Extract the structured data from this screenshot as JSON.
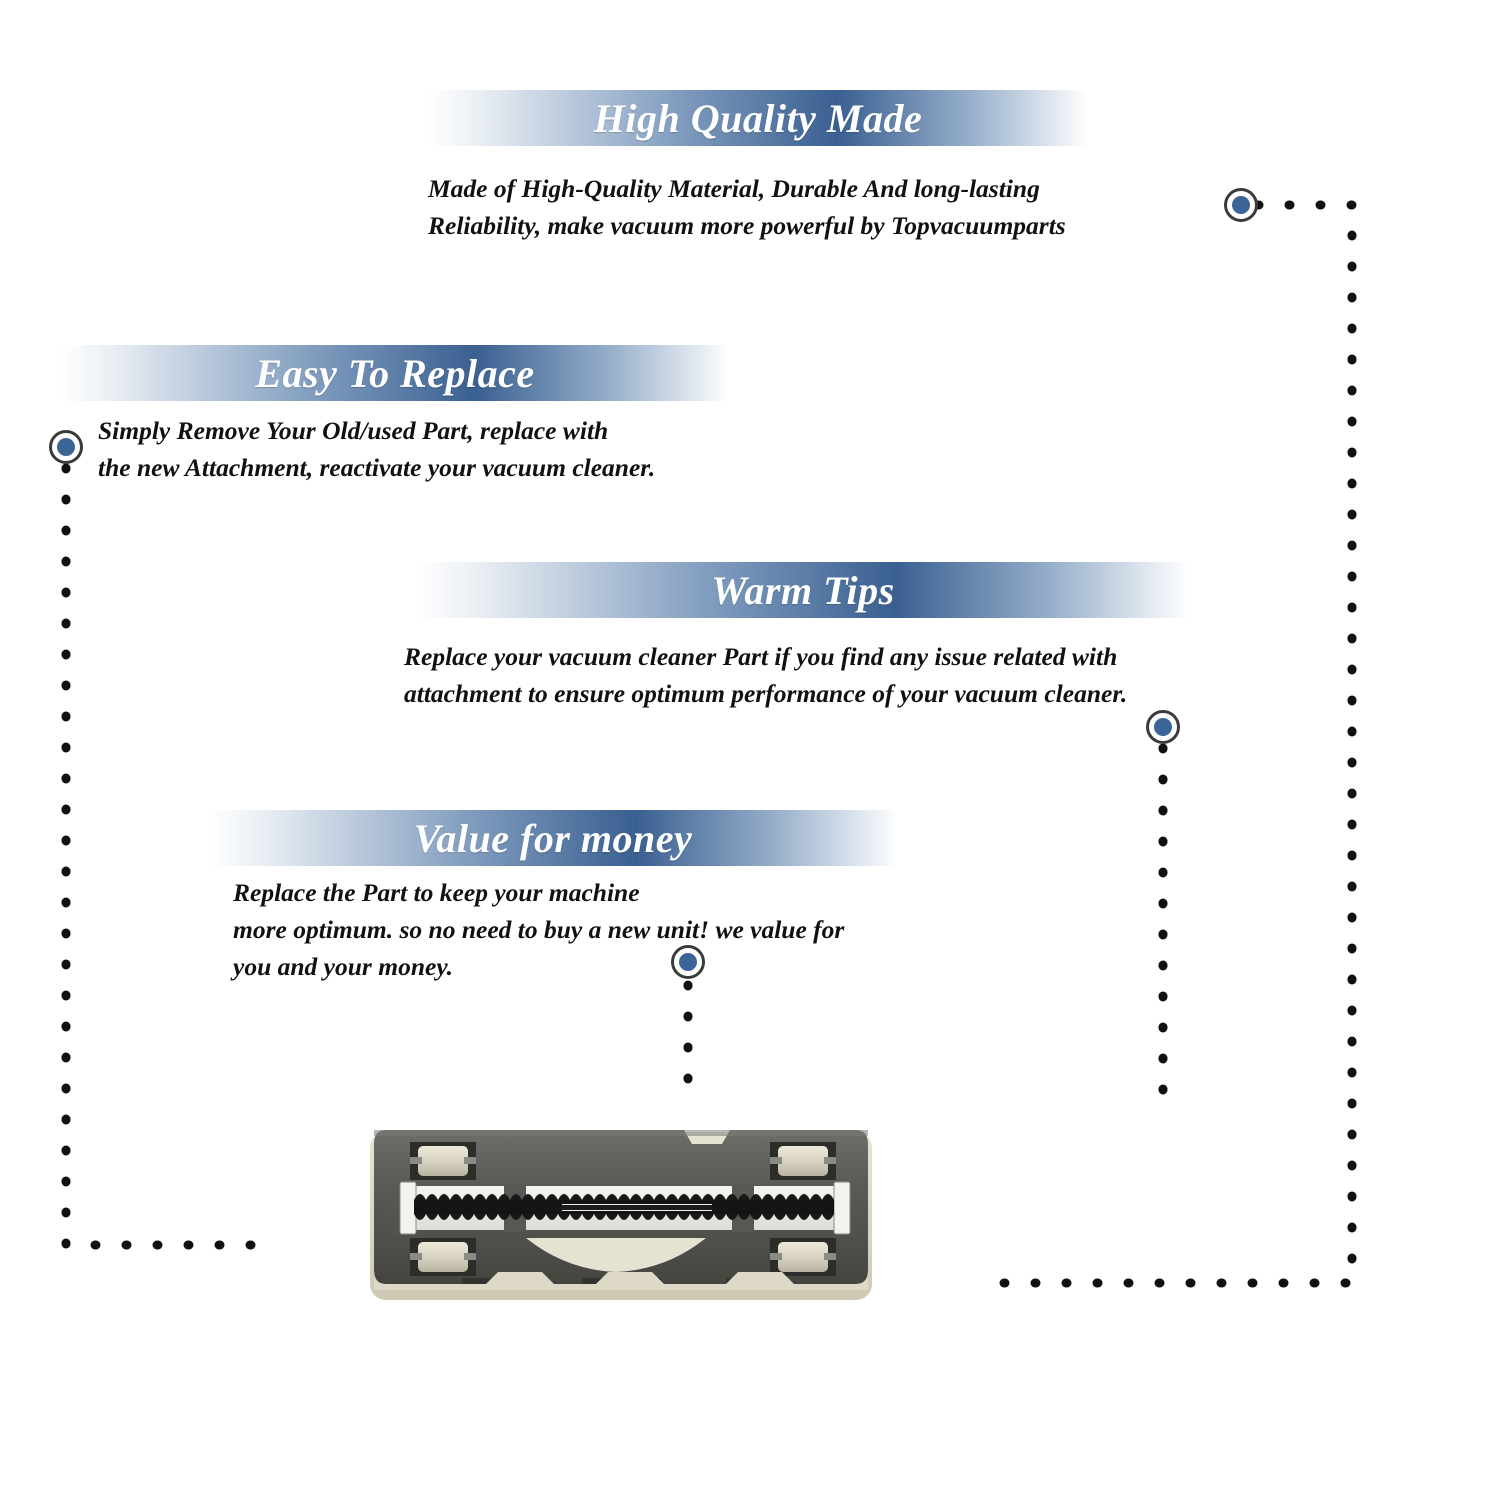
{
  "page": {
    "background_color": "#ffffff",
    "accent_blue": "#3b6497",
    "banner_gradient_dark": "#3a6091",
    "marker_ring_color": "#3b3b3b",
    "connector_dot_color": "#111111",
    "body_text_color": "#111111",
    "banner_text_color": "#ffffff"
  },
  "sections": [
    {
      "id": "high-quality-made",
      "title": "High Quality Made",
      "body": "Made of  High-Quality Material, Durable And long-lasting\nReliability, make vacuum more powerful by Topvacuumparts"
    },
    {
      "id": "easy-to-replace",
      "title": "Easy To Replace",
      "body": "Simply Remove Your Old/used Part, replace with\nthe new Attachment, reactivate your vacuum cleaner."
    },
    {
      "id": "warm-tips",
      "title": "Warm Tips",
      "body": "Replace your vacuum cleaner Part if you find any issue related with\n attachment to ensure optimum performance of your vacuum cleaner."
    },
    {
      "id": "value-for-money",
      "title": "Value for money",
      "body": "Replace the Part to keep your machine\nmore optimum. so no need to buy a new unit! we value for\nyou and your money."
    }
  ],
  "markers": [
    {
      "id": "marker-high-quality-made",
      "icon": "target-dot-icon"
    },
    {
      "id": "marker-easy-to-replace",
      "icon": "target-dot-icon"
    },
    {
      "id": "marker-warm-tips",
      "icon": "target-dot-icon"
    },
    {
      "id": "marker-value-for-money",
      "icon": "target-dot-icon"
    }
  ],
  "product": {
    "name": "vacuum-cleaner-brush-roll-base-plate",
    "description": "Vacuum cleaner brush roll assembly with base plate and four rollers"
  }
}
